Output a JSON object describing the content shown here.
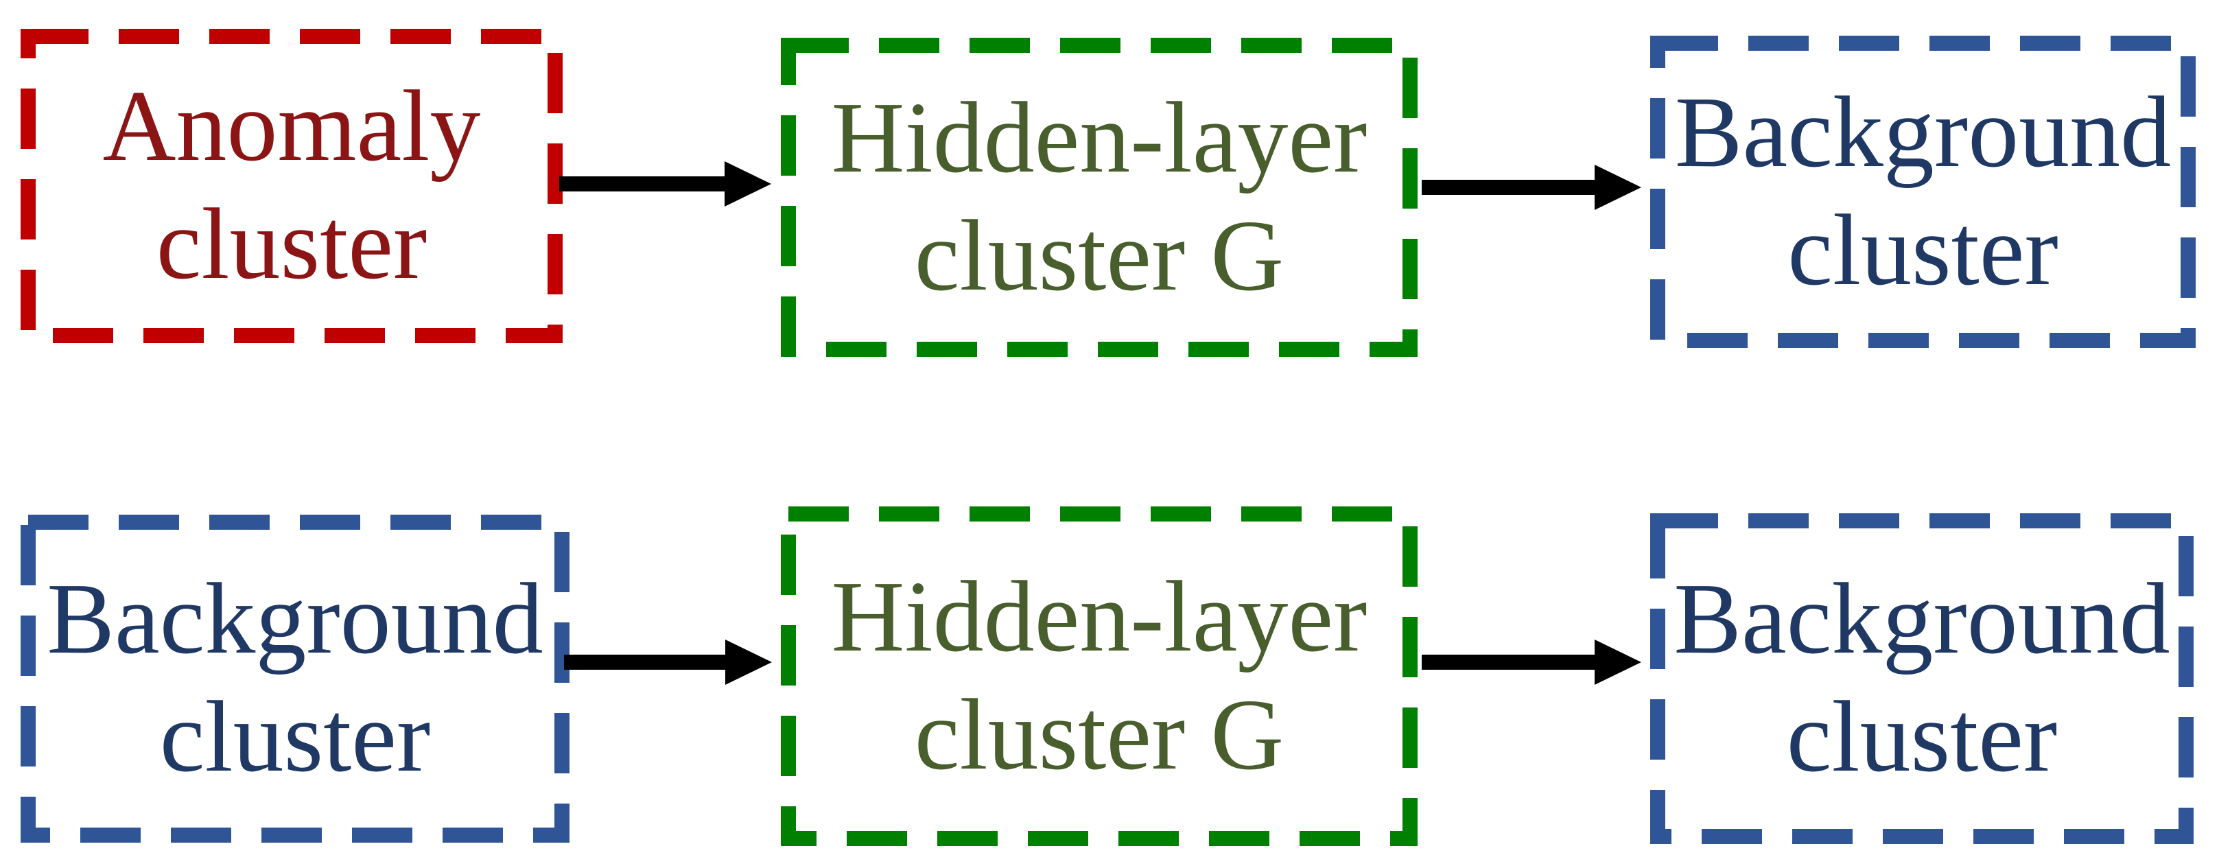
{
  "colors": {
    "anomaly_border": "#c00000",
    "anomaly_text": "#8b1515",
    "hidden_border": "#008000",
    "hidden_text": "#485e2d",
    "background_border": "#2f5597",
    "background_text": "#1f3864",
    "arrow": "#000000",
    "canvas_bg": "#ffffff"
  },
  "rows": [
    {
      "boxes": [
        {
          "id": "anomaly-cluster",
          "type": "anomaly",
          "line1": "Anomaly",
          "line2": "cluster"
        },
        {
          "id": "hidden-layer-cluster-g-top",
          "type": "hidden",
          "line1": "Hidden-layer",
          "line2": "cluster G"
        },
        {
          "id": "background-cluster-top-right",
          "type": "background",
          "line1": "Background",
          "line2": "cluster"
        }
      ]
    },
    {
      "boxes": [
        {
          "id": "background-cluster-bottom-left",
          "type": "background",
          "line1": "Background",
          "line2": "cluster"
        },
        {
          "id": "hidden-layer-cluster-g-bottom",
          "type": "hidden",
          "line1": "Hidden-layer",
          "line2": "cluster G"
        },
        {
          "id": "background-cluster-bottom-right",
          "type": "background",
          "line1": "Background",
          "line2": "cluster"
        }
      ]
    }
  ],
  "edges": [
    {
      "from": "anomaly-cluster",
      "to": "hidden-layer-cluster-g-top"
    },
    {
      "from": "hidden-layer-cluster-g-top",
      "to": "background-cluster-top-right"
    },
    {
      "from": "background-cluster-bottom-left",
      "to": "hidden-layer-cluster-g-bottom"
    },
    {
      "from": "hidden-layer-cluster-g-bottom",
      "to": "background-cluster-bottom-right"
    }
  ]
}
